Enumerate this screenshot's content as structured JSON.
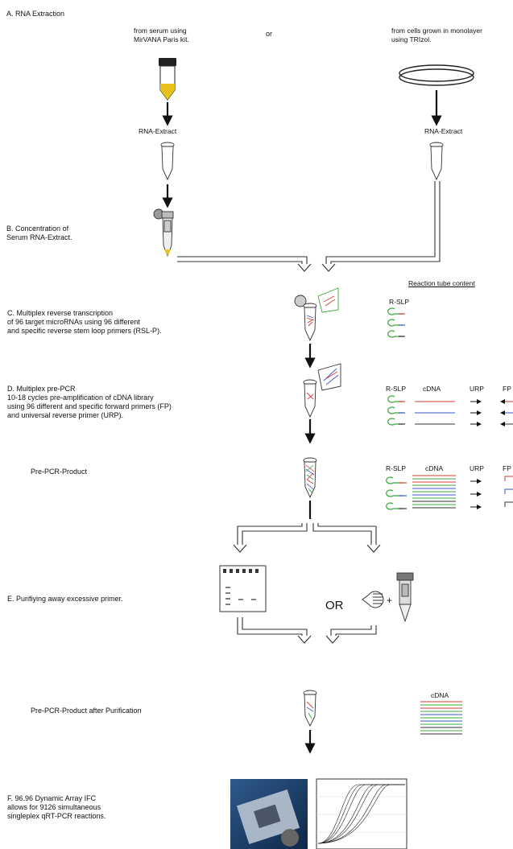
{
  "steps": {
    "a": {
      "letter": "A.",
      "title": "RNA Extraction"
    },
    "b": {
      "letter": "B.",
      "title": "Concentration of\nSerum RNA-Extract."
    },
    "c": {
      "letter": "C.",
      "title": "Multiplex reverse transcription\nof 96 target microRNAs using 96 different\nand specific reverse stem loop primers (RSL-P)."
    },
    "d": {
      "letter": "D.",
      "title": "Multiplex pre-PCR\n10-18 cycles pre-amplification of cDNA library\nusing 96 different and specific forward primers (FP)\nand universal reverse primer (URP)."
    },
    "pre_pcr": "Pre-PCR-Product",
    "e": {
      "letter": "E.",
      "title": "Purifiying away excessive primer."
    },
    "pre_pcr_purified": "Pre-PCR-Product after Purification",
    "f": {
      "letter": "F.",
      "title": "96.96 Dynamic Array IFC\nallows for 9126 simultaneous\nsingleplex qRT-PCR reactions."
    }
  },
  "sources": {
    "serum": "from serum using\nMirVANA Paris kit.",
    "or": "or",
    "cells": "from cells grown in monolayer\nusing TRIzol."
  },
  "rna_extract_left": "RNA-Extract",
  "rna_extract_right": "RNA-Extract",
  "reaction_tube_content": "Reaction tube content",
  "labels": {
    "rslp1": "R-SLP",
    "rslp2": "R-SLP",
    "cdna2": "cDNA",
    "urp2": "URP",
    "fp2": "FP",
    "rslp3": "R-SLP",
    "cdna3": "cDNA",
    "urp3": "URP",
    "fp3": "FP",
    "cdna4": "cDNA",
    "or_e": "OR"
  },
  "colors": {
    "loop_green": "#3aa83a",
    "red": "#d33a3a",
    "blue": "#3a55c8",
    "dark": "#333333",
    "serum_yellow": "#e8c21a"
  }
}
